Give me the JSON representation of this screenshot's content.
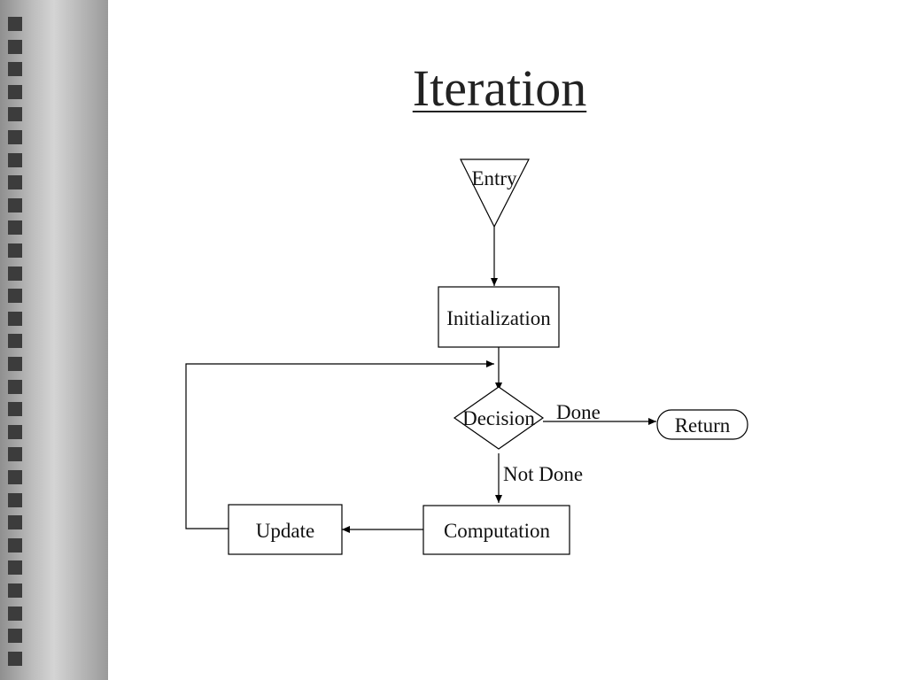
{
  "slide": {
    "title": "Iteration"
  },
  "nodes": {
    "entry": "Entry",
    "initialization": "Initialization",
    "decision": "Decision",
    "return": "Return",
    "computation": "Computation",
    "update": "Update"
  },
  "edges": {
    "done": "Done",
    "not_done": "Not Done"
  },
  "colors": {
    "sidebar_bullet": "#3c3c3c",
    "line": "#000000"
  }
}
